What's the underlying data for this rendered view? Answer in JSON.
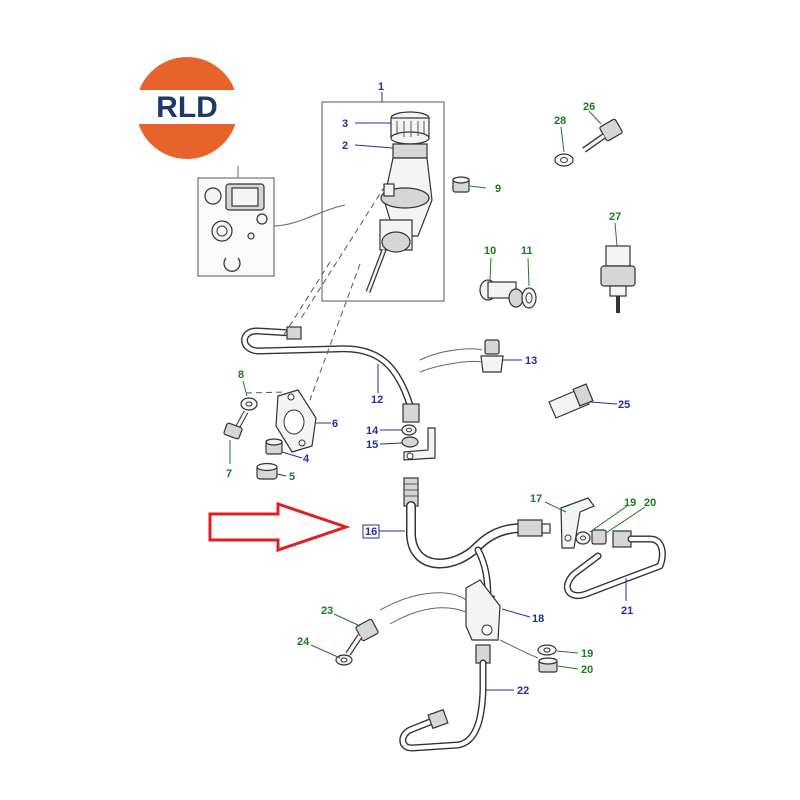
{
  "logo": {
    "text": "RLD",
    "ring_color": "#e8632b",
    "band_color": "#ffffff",
    "text_color": "#1a3a6b"
  },
  "highlight": {
    "part": "16",
    "arrow_color": "#e02020"
  },
  "colors": {
    "blue_label": "#1f2f9e",
    "green_label": "#1d7a1d"
  },
  "callouts": {
    "c1": "1",
    "c2": "2",
    "c3": "3",
    "c4": "4",
    "c5": "5",
    "c6": "6",
    "c7": "7",
    "c8": "8",
    "c9": "9",
    "c10": "10",
    "c11": "11",
    "c12": "12",
    "c13": "13",
    "c14": "14",
    "c15": "15",
    "c16": "16",
    "c17": "17",
    "c18": "18",
    "c19a": "19",
    "c19b": "19",
    "c20a": "20",
    "c20b": "20",
    "c21": "21",
    "c22": "22",
    "c23": "23",
    "c24": "24",
    "c25": "25",
    "c26": "26",
    "c27": "27",
    "c28": "28"
  }
}
